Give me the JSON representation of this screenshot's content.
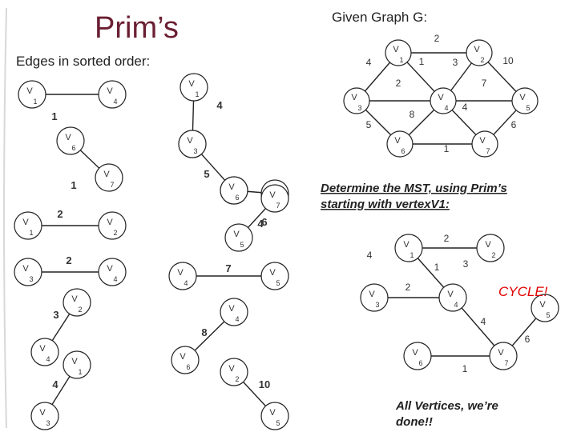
{
  "title": "Prim’s",
  "given_graph_label": "Given Graph G:",
  "sorted_label": "Edges in sorted order:",
  "instruction": "Determine the MST, using Prim’s starting with vertexV1:",
  "cycle_label": "CYCLE!",
  "done_label": "All Vertices, we’re done!!",
  "graph_top": {
    "nodes": [
      {
        "main": "V",
        "sub": "1"
      },
      {
        "main": "V",
        "sub": "2"
      },
      {
        "main": "V",
        "sub": "3"
      },
      {
        "main": "V",
        "sub": "4"
      },
      {
        "main": "V",
        "sub": "5"
      },
      {
        "main": "V",
        "sub": "6"
      },
      {
        "main": "V",
        "sub": "7"
      }
    ],
    "edges": [
      {
        "from": 0,
        "to": 1,
        "w": "2"
      },
      {
        "from": 0,
        "to": 2,
        "w": "4"
      },
      {
        "from": 0,
        "to": 3,
        "w": "1"
      },
      {
        "from": 1,
        "to": 3,
        "w": "3"
      },
      {
        "from": 1,
        "to": 4,
        "w": "10"
      },
      {
        "from": 2,
        "to": 3,
        "w": "2"
      },
      {
        "from": 2,
        "to": 5,
        "w": "5"
      },
      {
        "from": 3,
        "to": 4,
        "w": "7"
      },
      {
        "from": 3,
        "to": 5,
        "w": "8"
      },
      {
        "from": 3,
        "to": 6,
        "w": "4"
      },
      {
        "from": 4,
        "to": 6,
        "w": "6"
      },
      {
        "from": 5,
        "to": 6,
        "w": "1"
      }
    ]
  },
  "graph_mst": {
    "nodes": [
      {
        "main": "V",
        "sub": "1"
      },
      {
        "main": "V",
        "sub": "2"
      },
      {
        "main": "V",
        "sub": "3"
      },
      {
        "main": "V",
        "sub": "4"
      },
      {
        "main": "V",
        "sub": "5"
      },
      {
        "main": "V",
        "sub": "6"
      },
      {
        "main": "V",
        "sub": "7"
      }
    ],
    "edges": [
      {
        "from": 0,
        "to": 1,
        "w": "2"
      },
      {
        "from": 0,
        "to": 3,
        "w": "1"
      },
      {
        "from": 2,
        "to": 3,
        "w": "2"
      },
      {
        "from": 3,
        "to": 6,
        "w": "4"
      },
      {
        "from": 4,
        "to": 6,
        "w": "6"
      },
      {
        "from": 5,
        "to": 6,
        "w": "1"
      }
    ],
    "extra_labels": [
      "4",
      "3"
    ]
  },
  "sorted_edges": [
    {
      "a": {
        "main": "V",
        "sub": "1"
      },
      "b": {
        "main": "V",
        "sub": "4"
      },
      "w": "1"
    },
    {
      "a": {
        "main": "V",
        "sub": "6"
      },
      "b": {
        "main": "V",
        "sub": "7"
      },
      "w": "1"
    },
    {
      "a": {
        "main": "V",
        "sub": "1"
      },
      "b": {
        "main": "V",
        "sub": "2"
      },
      "w": "2"
    },
    {
      "a": {
        "main": "V",
        "sub": "3"
      },
      "b": {
        "main": "V",
        "sub": "4"
      },
      "w": "2"
    },
    {
      "a": {
        "main": "V",
        "sub": "1"
      },
      "b": {
        "main": "V",
        "sub": "3"
      },
      "w": "4"
    },
    {
      "a": {
        "main": "V",
        "sub": "4"
      },
      "b": {
        "main": "V",
        "sub": "7"
      },
      "w": "4"
    },
    {
      "a": {
        "main": "V",
        "sub": "3"
      },
      "b": {
        "main": "V",
        "sub": "6"
      },
      "w": "5"
    },
    {
      "a": {
        "main": "V",
        "sub": "5"
      },
      "b": {
        "main": "V",
        "sub": "7"
      },
      "w": "6"
    },
    {
      "a": {
        "main": "V",
        "sub": "4"
      },
      "b": {
        "main": "V",
        "sub": "5"
      },
      "w": "7"
    },
    {
      "a": {
        "main": "V",
        "sub": "2"
      },
      "b": {
        "main": "V",
        "sub": "4"
      },
      "w": "3"
    },
    {
      "a": {
        "main": "V",
        "sub": "4"
      },
      "b": {
        "main": "V",
        "sub": "6"
      },
      "w": "8"
    },
    {
      "a": {
        "main": "V",
        "sub": "2"
      },
      "b": {
        "main": "V",
        "sub": "5"
      },
      "w": "10"
    }
  ]
}
